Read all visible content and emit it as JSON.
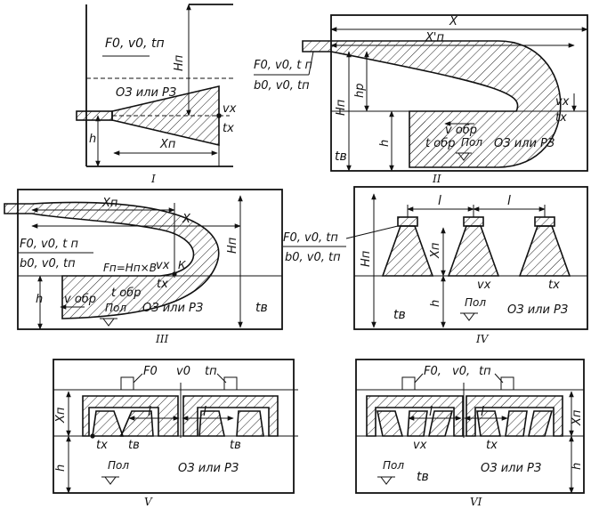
{
  "panel_numbers": [
    "I",
    "II",
    "III",
    "IV",
    "V",
    "VI"
  ],
  "labels": {
    "inlet_params_fvt": "F0, v0, t п",
    "inlet_params_full_top": "F0, v0, tп",
    "inlet_params_bottom": "b0, v0, tп",
    "inlet_params_comma": "F0, v0, tп",
    "zone": "ОЗ или РЗ",
    "floor": "Пол",
    "h": "h",
    "Hn": "Hп",
    "hp": "hр",
    "Xn": "Xп",
    "X": "X",
    "Xprime": "X'п",
    "vx": "vх",
    "tx": "tх",
    "tv": "tв",
    "vobr": "v обр",
    "tobr": "t обр",
    "l": "l",
    "Fn_formula": "Fп=Hп×B",
    "K": "К",
    "F0": "F0",
    "v0": "v0",
    "tn": "tп",
    "F0c": "F0,",
    "v0c": "v0,",
    "tnc": "tп"
  }
}
